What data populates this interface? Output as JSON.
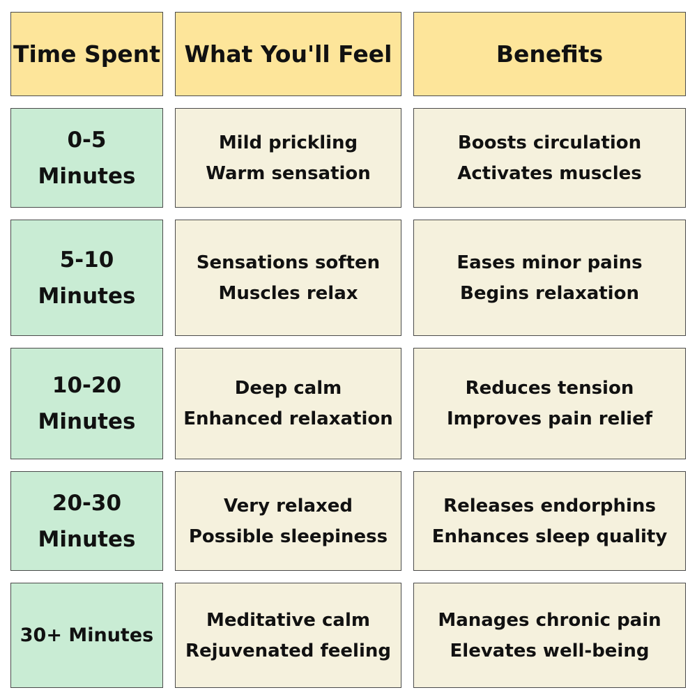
{
  "headers": {
    "time": "Time Spent",
    "feel": "What You'll Feel",
    "benefits": "Benefits"
  },
  "rows": [
    {
      "time": [
        "0-5",
        "Minutes"
      ],
      "feel": [
        "Mild prickling",
        "Warm sensation"
      ],
      "benefits": [
        "Boosts circulation",
        "Activates muscles"
      ]
    },
    {
      "time": [
        "5-10",
        "Minutes"
      ],
      "feel": [
        "Sensations soften",
        "Muscles relax"
      ],
      "benefits": [
        "Eases minor pains",
        "Begins relaxation"
      ]
    },
    {
      "time": [
        "10-20",
        "Minutes"
      ],
      "feel": [
        "Deep calm",
        "Enhanced relaxation"
      ],
      "benefits": [
        "Reduces tension",
        "Improves pain relief"
      ]
    },
    {
      "time": [
        "20-30",
        "Minutes"
      ],
      "feel": [
        "Very relaxed",
        "Possible sleepiness"
      ],
      "benefits": [
        "Releases endorphins",
        "Enhances sleep quality"
      ]
    },
    {
      "time": [
        "30+ Minutes"
      ],
      "feel": [
        "Meditative calm",
        "Rejuvenated feeling"
      ],
      "benefits": [
        "Manages chronic pain",
        "Elevates well-being"
      ]
    }
  ],
  "colors": {
    "header_bg": "#fde59a",
    "time_bg": "#c9ecd4",
    "body_bg": "#f5f1dd",
    "border": "#4a4a4a",
    "text": "#111111"
  }
}
